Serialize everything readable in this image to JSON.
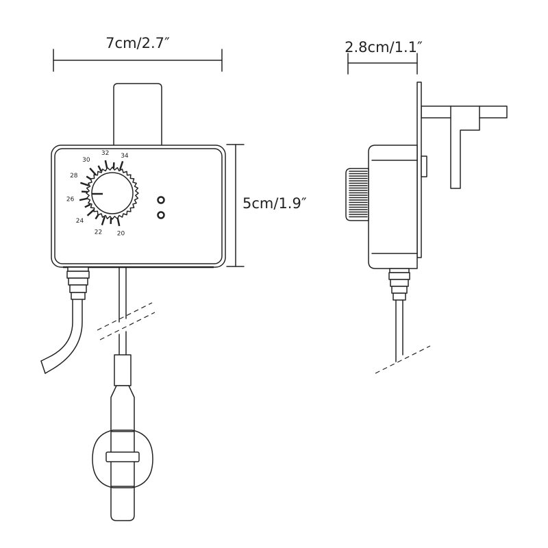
{
  "dimensions": {
    "width": "7cm/2.7″",
    "height": "5cm/1.9″",
    "depth": "2.8cm/1.1″"
  },
  "dial": {
    "scale_labels": [
      "34",
      "32",
      "30",
      "28",
      "26",
      "24",
      "22",
      "20"
    ]
  },
  "line_color": "#222222"
}
